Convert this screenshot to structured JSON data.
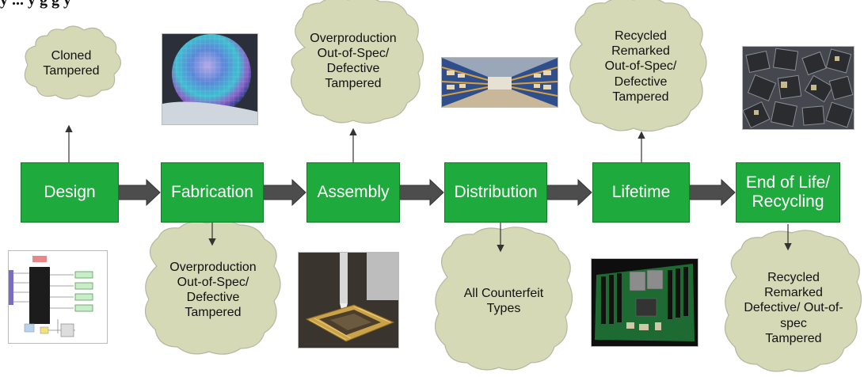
{
  "header": {
    "caption_fragment": "y  ... y  g  g  y"
  },
  "stages": [
    {
      "id": "design",
      "label": "Design"
    },
    {
      "id": "fabrication",
      "label": "Fabrication"
    },
    {
      "id": "assembly",
      "label": "Assembly"
    },
    {
      "id": "distribution",
      "label": "Distribution"
    },
    {
      "id": "lifetime",
      "label": "Lifetime"
    },
    {
      "id": "end-of-life",
      "label": "End of Life/ Recycling"
    }
  ],
  "threats": {
    "design": [
      "Cloned",
      "Tampered"
    ],
    "fabrication": [
      "Overproduction",
      "Out-of-Spec/",
      "Defective",
      "Tampered"
    ],
    "assembly": [
      "Overproduction",
      "Out-of-Spec/",
      "Defective",
      "Tampered"
    ],
    "distribution": [
      "All Counterfeit",
      "Types"
    ],
    "lifetime": [
      "Recycled",
      "Remarked",
      "Out-of-Spec/",
      "Defective",
      "Tampered"
    ],
    "end_of_life": [
      "Recycled",
      "Remarked",
      "Defective/ Out-of-",
      "spec",
      "Tampered"
    ]
  },
  "images": {
    "design": "circuit-schematic-image",
    "fabrication": "silicon-wafer-image",
    "assembly": "chip-bonding-image",
    "distribution": "warehouse-image",
    "lifetime": "circuit-board-image",
    "end_of_life": "scrap-chips-image"
  },
  "colors": {
    "stage_fill": "#1eaa3c",
    "stage_text": "#ffffff",
    "cloud_fill": "#d6d9b6",
    "arrow_fill": "#4d4d4d"
  }
}
